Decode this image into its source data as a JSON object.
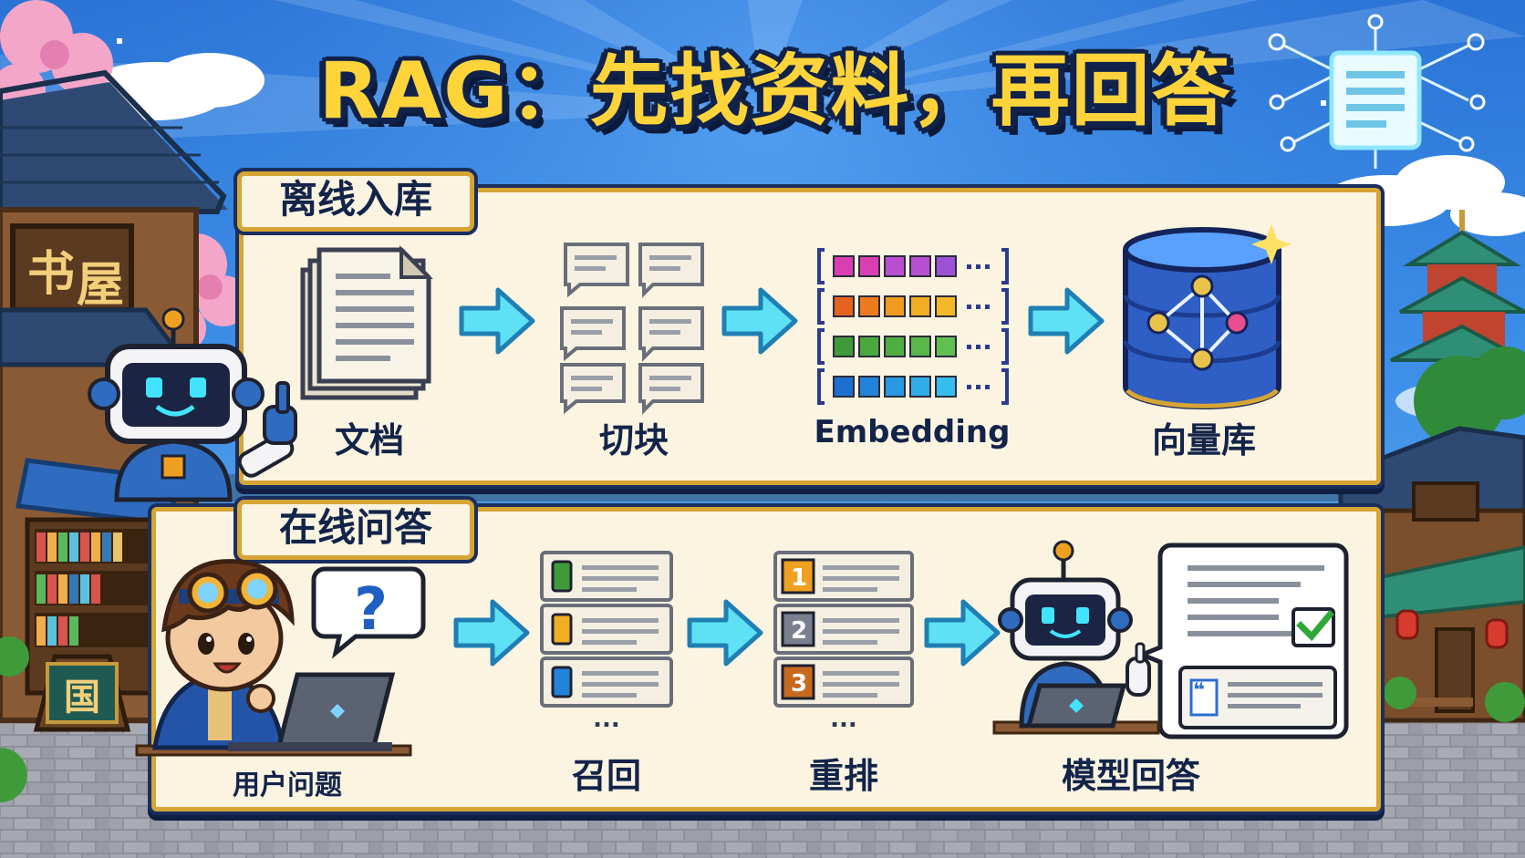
{
  "title": "RAG：先找资料，再回答",
  "colors": {
    "panel_bg": "#fbf4e1",
    "panel_border": "#d6a535",
    "outline": "#1a2f5e",
    "title_fill": "#ffd43b",
    "arrow_fill": "#5ee0f5",
    "sky_top": "#2a73d6"
  },
  "offline": {
    "tag": "离线入库",
    "steps": [
      {
        "label": "文档",
        "icon": "document-stack-icon"
      },
      {
        "label": "切块",
        "icon": "text-chunks-icon"
      },
      {
        "label": "Embedding",
        "icon": "vector-rows-icon"
      },
      {
        "label": "向量库",
        "icon": "vector-database-icon"
      }
    ],
    "vector_dots": "···"
  },
  "online": {
    "tag": "在线问答",
    "steps": [
      {
        "label": "用户问题",
        "icon": "user-question-icon",
        "mark": "?"
      },
      {
        "label": "召回",
        "icon": "recalled-chunks-icon",
        "more": "..."
      },
      {
        "label": "重排",
        "icon": "ranked-list-icon",
        "more": "...",
        "ranks": [
          "1",
          "2",
          "3"
        ]
      },
      {
        "label": "模型回答",
        "icon": "robot-answer-icon",
        "quote": "❝"
      }
    ]
  },
  "background": {
    "shop_sign_chars": [
      "书",
      "屋"
    ],
    "board_sign": "国"
  }
}
